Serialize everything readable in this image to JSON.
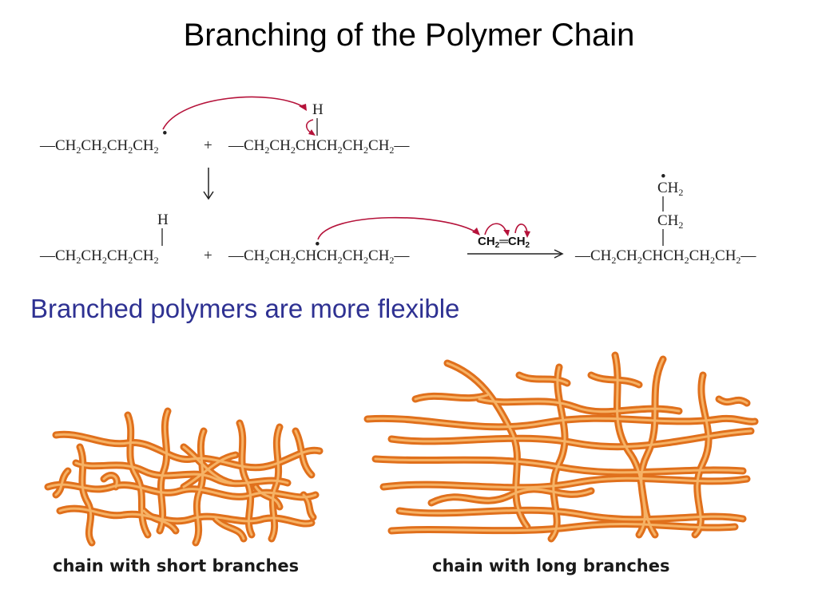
{
  "title": "Branching of the Polymer Chain",
  "subtitle": "Branched polymers are more flexible",
  "reaction": {
    "row1": {
      "left_chain": "—CH2CH2CH2ĊH2",
      "plus": "+",
      "h_label": "H",
      "right_chain": "—CH2CH2CHCH2CH2CH2—"
    },
    "row2": {
      "h_label": "H",
      "left_chain": "—CH2CH2CH2CH2",
      "plus": "+",
      "right_chain": "—CH2CH2ĊHCH2CH2CH2—",
      "reagent": "CH2=CH2",
      "product_chain": "—CH2CH2CHCH2CH2CH2—",
      "product_branch_top": "ĊH2",
      "product_branch_mid": "CH2"
    }
  },
  "figures": {
    "short": {
      "caption": "chain with short branches"
    },
    "long": {
      "caption": "chain with long branches"
    }
  },
  "colors": {
    "arrow": "#b5123a",
    "polymer_outer": "#e0701c",
    "polymer_inner": "#f6b265",
    "subtitle": "#2e3192"
  }
}
